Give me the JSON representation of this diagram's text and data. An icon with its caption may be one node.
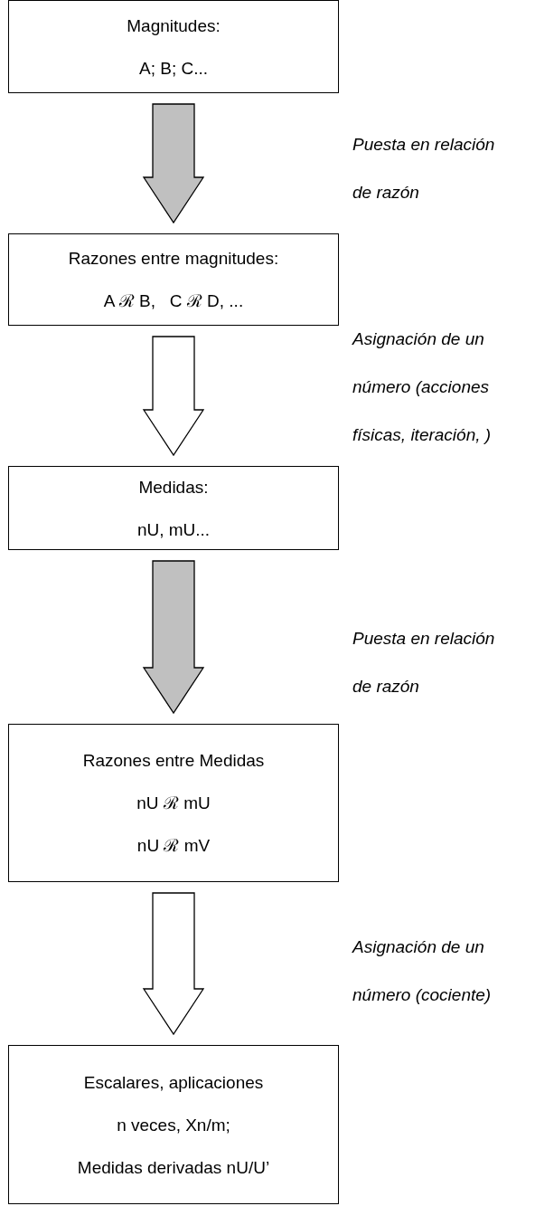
{
  "diagram": {
    "nodes": [
      {
        "text": [
          "Magnitudes:",
          "A; B; C..."
        ]
      },
      {
        "text": [
          "Razones entre magnitudes:",
          "A ℛ B,   C ℛ D, ..."
        ]
      },
      {
        "text": [
          "Medidas:",
          "nU, mU..."
        ]
      },
      {
        "text": [
          "Razones entre Medidas",
          "nU ℛ mU",
          "nU ℛ mV"
        ]
      },
      {
        "text": [
          "Escalares, aplicaciones",
          "n veces, Xn/m;",
          "Medidas derivadas nU/U’"
        ]
      }
    ],
    "edges": [
      {
        "from": 0,
        "to": 1,
        "arrow": "to",
        "color": "#c0c0c0"
      },
      {
        "from": 1,
        "to": 2,
        "arrow": "to",
        "color": "#ffffff"
      },
      {
        "from": 2,
        "to": 3,
        "arrow": "to",
        "color": "#c0c0c0"
      },
      {
        "from": 3,
        "to": 4,
        "arrow": "to",
        "color": "#ffffff"
      }
    ],
    "labels": [
      "Puesta en relación de razón",
      "Asignación de un número (acciones físicas, iteración, )",
      "Puesta en relación de razón",
      "Asignación de un número (cociente)"
    ]
  }
}
